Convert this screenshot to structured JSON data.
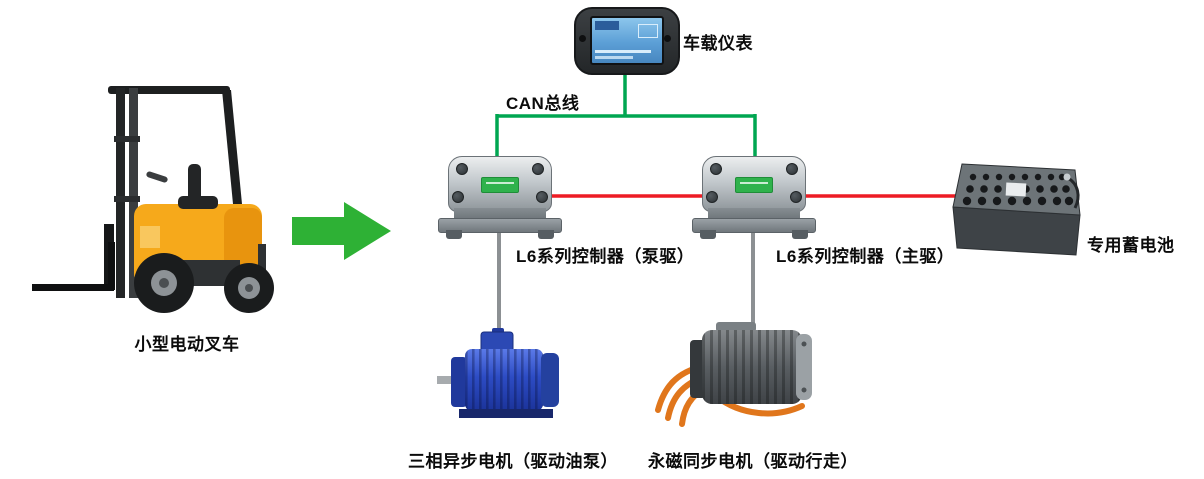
{
  "diagram": {
    "nodes": {
      "forklift": {
        "label": "小型电动叉车"
      },
      "instrument": {
        "label": "车载仪表"
      },
      "can_bus": {
        "label": "CAN总线"
      },
      "controller_pump": {
        "label": "L6系列控制器（泵驱）"
      },
      "controller_main": {
        "label": "L6系列控制器（主驱）"
      },
      "battery": {
        "label": "专用蓄电池"
      },
      "motor_induction": {
        "label": "三相异步电机（驱动油泵）"
      },
      "motor_pmsm": {
        "label": "永磁同步电机（驱动行走）"
      }
    },
    "colors": {
      "can_line": "#00a651",
      "power_line": "#ed1c24",
      "motor_line": "#8c9093",
      "arrow": "#2eb135"
    }
  }
}
